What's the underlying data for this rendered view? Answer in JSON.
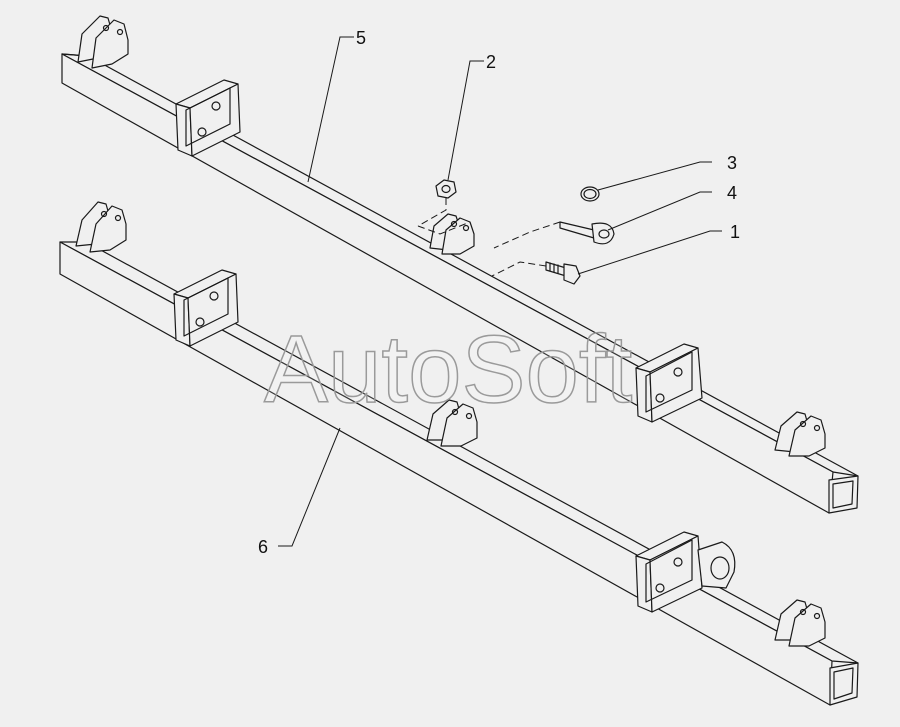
{
  "watermark": "AutoSoft",
  "callouts": [
    {
      "id": "callout-1",
      "label": "1"
    },
    {
      "id": "callout-2",
      "label": "2"
    },
    {
      "id": "callout-3",
      "label": "3"
    },
    {
      "id": "callout-4",
      "label": "4"
    },
    {
      "id": "callout-5",
      "label": "5"
    },
    {
      "id": "callout-6",
      "label": "6"
    }
  ],
  "colors": {
    "background": "#f0f0f0",
    "ink": "#1a1a1a",
    "watermark": "#9a9a9a"
  }
}
